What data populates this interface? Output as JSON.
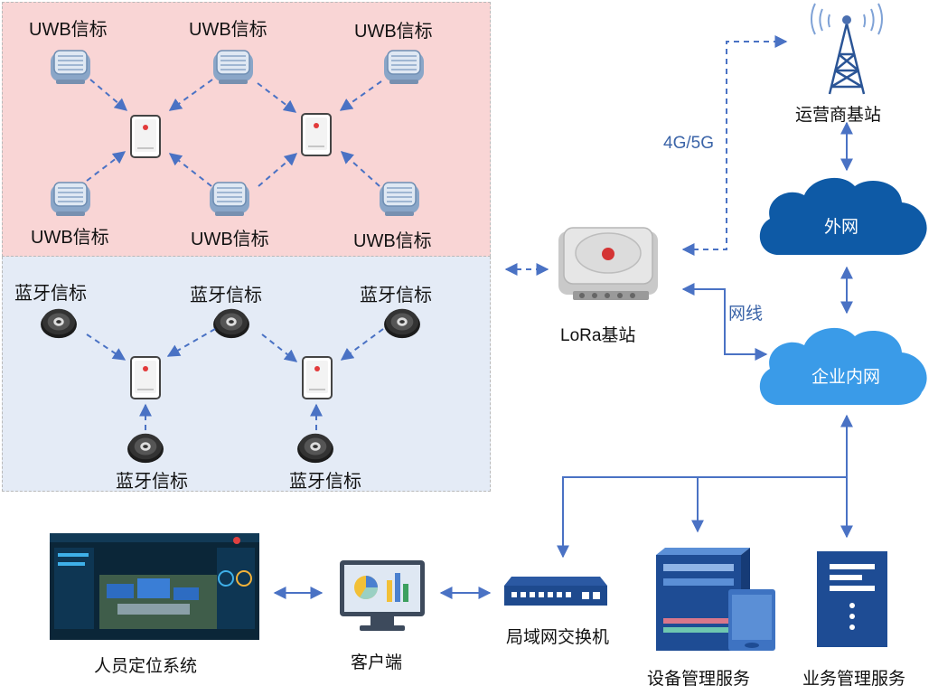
{
  "uwb_label": "UWB信标",
  "bt_label": "蓝牙信标",
  "lora": {
    "label": "LoRa基站"
  },
  "carrier": {
    "label": "运营商基站"
  },
  "link_4g": "4G/5G",
  "link_wire": "网线",
  "cloud_wan": "外网",
  "cloud_lan": "企业内网",
  "positioning_system": "人员定位系统",
  "client": "客户端",
  "switch": "局域网交换机",
  "device_mgmt": "设备管理服务",
  "biz_mgmt": "业务管理服务",
  "colors": {
    "uwb_zone": "#f9d5d5",
    "bt_zone": "#e4ebf6",
    "arrow": "#4a72c4",
    "cloud_dark": "#0e5aa6",
    "cloud_light": "#3a9be8",
    "server_dark": "#1e4c94",
    "server_light": "#5b8fd6"
  }
}
